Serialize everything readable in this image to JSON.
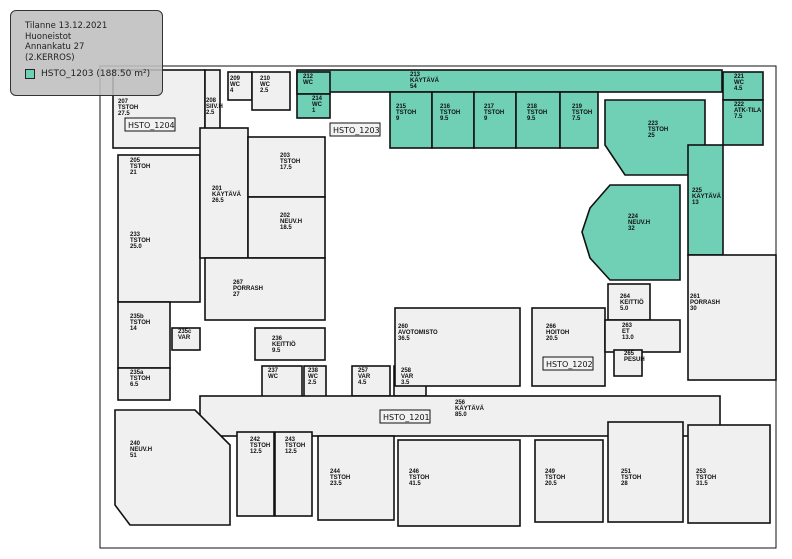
{
  "tooltip": {
    "date_line": "Tilanne 13.12.2021",
    "category": "Huoneistot",
    "address": "Annankatu 27",
    "floor": "(2.KERROS)",
    "legend_label": "HSTO_1203 (188.50 m²)",
    "legend_color": "#6fd0b5"
  },
  "colors": {
    "highlight": "#6fd0b5",
    "room": "#f0f0f0",
    "wall": "#111111"
  },
  "units": [
    "HSTO_1204",
    "HSTO_1203",
    "HSTO_1202",
    "HSTO_1201"
  ],
  "rooms": [
    {
      "id": "207",
      "type": "TSTOH",
      "area": "27.5"
    },
    {
      "id": "208",
      "type": "SIIV.H",
      "area": "2.5"
    },
    {
      "id": "209",
      "type": "WC",
      "area": "4"
    },
    {
      "id": "210",
      "type": "WC",
      "area": "2.5"
    },
    {
      "id": "212",
      "type": "WC",
      "area": ""
    },
    {
      "id": "214",
      "type": "WC",
      "area": "1"
    },
    {
      "id": "213",
      "type": "KÄYTÄVÄ",
      "area": "54"
    },
    {
      "id": "215",
      "type": "TSTOH",
      "area": "9"
    },
    {
      "id": "216",
      "type": "TSTOH",
      "area": "9.5"
    },
    {
      "id": "217",
      "type": "TSTOH",
      "area": "9"
    },
    {
      "id": "218",
      "type": "TSTOH",
      "area": "9.5"
    },
    {
      "id": "219",
      "type": "TSTOH",
      "area": "7.5"
    },
    {
      "id": "223",
      "type": "TSTOH",
      "area": "25"
    },
    {
      "id": "221",
      "type": "WC",
      "area": "4.5"
    },
    {
      "id": "222",
      "type": "ATK-TILA",
      "area": "7.5"
    },
    {
      "id": "225",
      "type": "KÄYTÄVÄ",
      "area": "13"
    },
    {
      "id": "224",
      "type": "NEUV.H",
      "area": "32"
    },
    {
      "id": "205",
      "type": "TSTOH",
      "area": "21"
    },
    {
      "id": "233",
      "type": "TSTOH",
      "area": "25.0"
    },
    {
      "id": "201",
      "type": "KÄYTÄVÄ",
      "area": "26.5"
    },
    {
      "id": "203",
      "type": "TSTOH",
      "area": "17.5"
    },
    {
      "id": "202",
      "type": "NEUV.H",
      "area": "18.5"
    },
    {
      "id": "267",
      "type": "PORRASH",
      "area": "27"
    },
    {
      "id": "235b",
      "type": "TSTOH",
      "area": "14"
    },
    {
      "id": "235a",
      "type": "TSTOH",
      "area": "6.5"
    },
    {
      "id": "235c",
      "type": "VAR",
      "area": ""
    },
    {
      "id": "236",
      "type": "KEITTIÖ",
      "area": "9.5"
    },
    {
      "id": "237",
      "type": "WC",
      "area": ""
    },
    {
      "id": "238",
      "type": "WC",
      "area": "2.5"
    },
    {
      "id": "257",
      "type": "VAR",
      "area": "4.5"
    },
    {
      "id": "258",
      "type": "VAR",
      "area": "3.5"
    },
    {
      "id": "256",
      "type": "KÄYTÄVÄ",
      "area": "85.0"
    },
    {
      "id": "260",
      "type": "AVOTOMISTO",
      "area": "36.5"
    },
    {
      "id": "266",
      "type": "HOITOH",
      "area": "20.5"
    },
    {
      "id": "264",
      "type": "KEITTIÖ",
      "area": "5.0"
    },
    {
      "id": "263",
      "type": "ET",
      "area": "13.0"
    },
    {
      "id": "265",
      "type": "PESUH",
      "area": ""
    },
    {
      "id": "261",
      "type": "PORRASH",
      "area": "30"
    },
    {
      "id": "240",
      "type": "NEUV.H",
      "area": "51"
    },
    {
      "id": "242",
      "type": "TSTOH",
      "area": "12.5"
    },
    {
      "id": "243",
      "type": "TSTOH",
      "area": "12.5"
    },
    {
      "id": "244",
      "type": "TSTOH",
      "area": "23.5"
    },
    {
      "id": "246",
      "type": "TSTOH",
      "area": "41.5"
    },
    {
      "id": "249",
      "type": "TSTOH",
      "area": "20.5"
    },
    {
      "id": "251",
      "type": "TSTOH",
      "area": "28"
    },
    {
      "id": "253",
      "type": "TSTOH",
      "area": "31.5"
    }
  ]
}
